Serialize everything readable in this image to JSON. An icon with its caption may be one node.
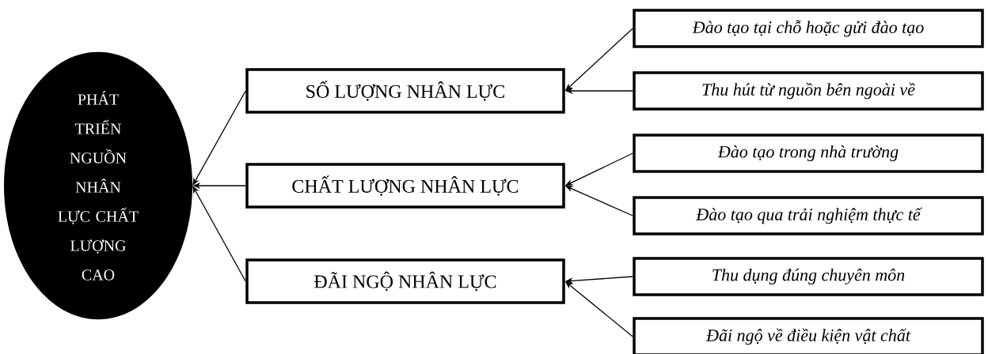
{
  "diagram": {
    "nodes": [
      {
        "text": [
          "PHÁT TRIỂN NGUỒN NHÂN LỰC CHẤT LƯỢNG CAO"
        ]
      },
      {
        "text": [
          "SỐ LƯỢNG NHÂN LỰC"
        ]
      },
      {
        "text": [
          "CHẤT LƯỢNG NHÂN LỰC"
        ]
      },
      {
        "text": [
          "ĐÃI NGỘ NHÂN LỰC"
        ]
      },
      {
        "text": [
          "Đào tạo tại chỗ hoặc gửi đào tạo"
        ]
      },
      {
        "text": [
          "Thu hút từ nguồn bên ngoài về"
        ]
      },
      {
        "text": [
          "Đào tạo trong nhà trường"
        ]
      },
      {
        "text": [
          "Đào tạo qua trải nghiệm thực tế"
        ]
      },
      {
        "text": [
          "Thu dụng đúng chuyên môn"
        ]
      },
      {
        "text": [
          "Đãi ngộ về điều kiện vật chất"
        ]
      }
    ],
    "edges": [
      {
        "from": 1,
        "to": 0,
        "arrow": "to"
      },
      {
        "from": 2,
        "to": 0,
        "arrow": "to"
      },
      {
        "from": 3,
        "to": 0,
        "arrow": "to"
      },
      {
        "from": 4,
        "to": 1,
        "arrow": "to"
      },
      {
        "from": 5,
        "to": 1,
        "arrow": "to"
      },
      {
        "from": 6,
        "to": 2,
        "arrow": "to"
      },
      {
        "from": 7,
        "to": 2,
        "arrow": "to"
      },
      {
        "from": 8,
        "to": 3,
        "arrow": "to"
      },
      {
        "from": 9,
        "to": 3,
        "arrow": "to"
      }
    ]
  }
}
